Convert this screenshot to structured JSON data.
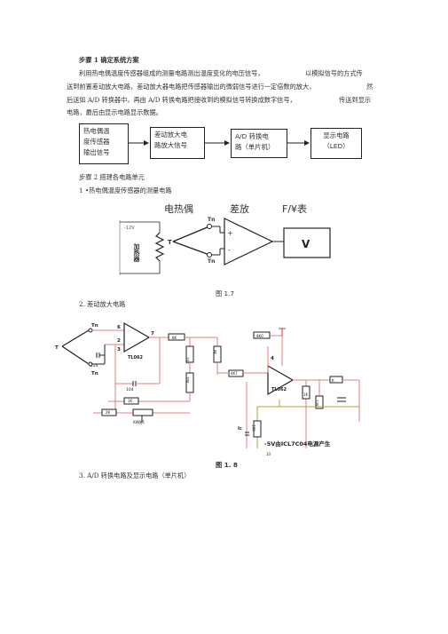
{
  "step1": {
    "heading": "步骤 1 确定系统方案",
    "para_l1": "利用热电偶温度传感器组成的测量电路测出温度变化的电压信号，",
    "para_l1b": "以模拟信号的方式传",
    "para_l2": "送到前置差动放大电路，差动放大器电路把传感器输出的微弱信号进行一定倍数的放大，",
    "para_l2b": "然",
    "para_l3": "后送如 A/D 转换器中，再由 A/D 转换电路把接收到的模拟信号转换成数字信号，",
    "para_l3b": "传送到显示",
    "para_l4": "电路，最后由显示电路显示数据。"
  },
  "block_diagram": {
    "b1_l1": "热电偶温",
    "b1_l2": "度传感器",
    "b1_l3": "输出信号",
    "b2_l1": "差动放大电",
    "b2_l2": "路放大信号",
    "b3_l1": "A/D  转换电",
    "b3_l2": "路（单片机）",
    "b4_l1": "显示电路",
    "b4_l2": "（LED）"
  },
  "step2": {
    "heading": "步骤 2 搭建各电路单元",
    "item1": "1 •热电偶温度传感器的测量电路",
    "item2": "2. 差动放大电路",
    "item3": "3.  A/D 转换电路及显示电路（单片机）"
  },
  "fig17": {
    "label_thermo": "电热偶",
    "label_diff": "差放",
    "label_meter": "F/¥表",
    "heater": "加热器",
    "supply": "-12V",
    "tn_top": "Tn",
    "tn_bottom": "Tn",
    "t_node": "T",
    "plus": "+",
    "minus": "-",
    "meter_v": "V",
    "caption": "图  1.7"
  },
  "fig18": {
    "caption": "图 1. 8",
    "tn_top": "Tn",
    "tn_bottom": "Tn",
    "t_left": "T",
    "pin6": "6",
    "pin2": "2",
    "pin3": "3",
    "pin7": "7",
    "opamp1": "TL062",
    "opamp2": "TL062",
    "cap1": "224",
    "cap2": "104",
    "r_gain": "8K",
    "r_1k": "1K",
    "r_2k": "2K",
    "pot": "KW图5",
    "r_10k": "10K",
    "r_20k": "20K",
    "r_8k": "8K",
    "r_4k": "4K7",
    "r_top": "8K0",
    "r_out": "10K",
    "r_k": "K",
    "r_1k2": "1K",
    "r_12k": "12K",
    "r_10k2": "10K",
    "pin_n": "4",
    "ic": "Ic",
    "note": "-5V由ICL7C04电源产生",
    "gnd": "10"
  }
}
